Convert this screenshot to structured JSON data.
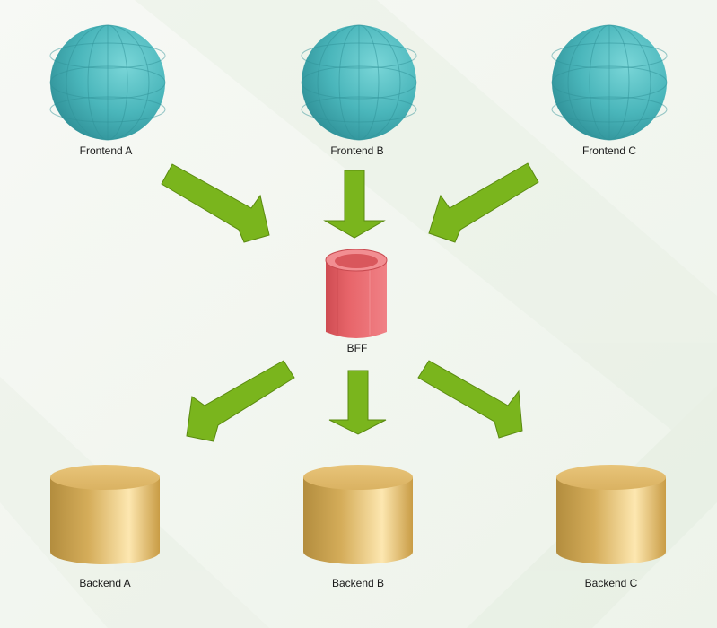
{
  "diagram": {
    "frontends": [
      {
        "label": "Frontend  A"
      },
      {
        "label": "Frontend B"
      },
      {
        "label": "Frontend C"
      }
    ],
    "bff": {
      "label": "BFF"
    },
    "backends": [
      {
        "label": "Backend A"
      },
      {
        "label": "Backend B"
      },
      {
        "label": "Backend C"
      }
    ],
    "colors": {
      "frontend_sphere": "#4ab8bd",
      "bff_cylinder": "#e86a6e",
      "backend_cylinder": "#d9b15c",
      "arrow": "#7ab51d"
    },
    "connections": [
      {
        "from": "Frontend  A",
        "to": "BFF"
      },
      {
        "from": "Frontend B",
        "to": "BFF"
      },
      {
        "from": "Frontend C",
        "to": "BFF"
      },
      {
        "from": "BFF",
        "to": "Backend A"
      },
      {
        "from": "BFF",
        "to": "Backend B"
      },
      {
        "from": "BFF",
        "to": "Backend C"
      }
    ]
  }
}
